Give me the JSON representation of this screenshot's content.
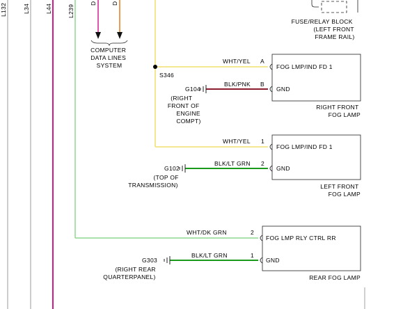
{
  "colors": {
    "yellow_wire": "#f1df6e",
    "green_wire": "#1a9a1a",
    "light_green_wire": "#8fd88f",
    "magenta_wire": "#d21c8c",
    "orange_wire": "#e07a1e",
    "maroon_wire": "#8b1c2e",
    "line": "#222222"
  },
  "left_wires": [
    "L132",
    "L34",
    "L44",
    "L239"
  ],
  "top_marks": [
    "D",
    "D"
  ],
  "computer": {
    "label_lines": [
      "COMPUTER",
      "DATA LINES",
      "SYSTEM"
    ]
  },
  "fuse_block": {
    "label_lines": [
      "FUSE/RELAY BLOCK",
      "(LEFT FRONT",
      "FRAME RAIL)"
    ]
  },
  "splice": {
    "label": "S346"
  },
  "right_fog": {
    "pin_a_wire": "WHT/YEL",
    "pin_a": "A",
    "pin_a_label": "FOG LMP/IND FD 1",
    "pin_b_wire": "BLK/PNK",
    "pin_b": "B",
    "pin_b_label": "GND",
    "ground": "G104",
    "ground_loc": [
      "(RIGHT",
      "FRONT OF",
      "ENGINE",
      "COMPT)"
    ],
    "name_lines": [
      "RIGHT FRONT",
      "FOG LAMP"
    ]
  },
  "left_fog": {
    "pin_1_wire": "WHT/YEL",
    "pin_1": "1",
    "pin_1_label": "FOG LMP/IND FD 1",
    "pin_2_wire": "BLK/LT GRN",
    "pin_2": "2",
    "pin_2_label": "GND",
    "ground": "G102",
    "ground_loc": [
      "(TOP OF",
      "TRANSMISSION)"
    ],
    "name_lines": [
      "LEFT FRONT",
      "FOG LAMP"
    ]
  },
  "rear_fog": {
    "pin_2_wire": "WHT/DK GRN",
    "pin_2": "2",
    "pin_2_label": "FOG LMP RLY CTRL RR",
    "pin_1_wire": "BLK/LT GRN",
    "pin_1": "1",
    "pin_1_label": "GND",
    "ground": "G303",
    "ground_loc": [
      "(RIGHT REAR",
      "QUARTERPANEL)"
    ],
    "name_lines": [
      "REAR FOG LAMP"
    ]
  }
}
